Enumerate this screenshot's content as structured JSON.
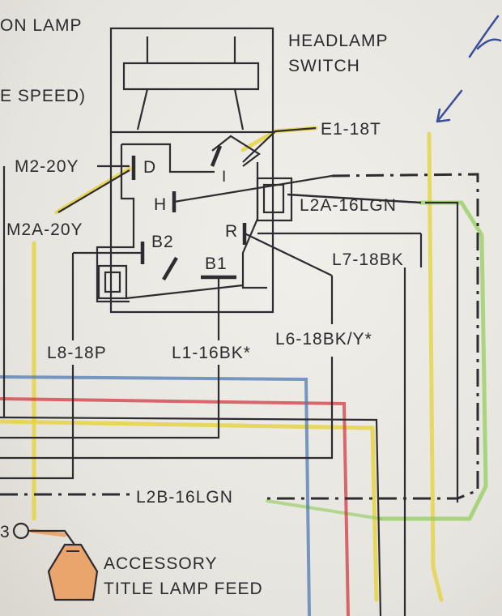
{
  "labels": {
    "top_left_lamp": "ON LAMP",
    "speed": "E SPEED)",
    "headlamp_switch_line1": "HEADLAMP",
    "headlamp_switch_line2": "SWITCH",
    "e1": "E1-18T",
    "m2": "M2-20Y",
    "m2a": "M2A-20Y",
    "l2a": "L2A-16LGN",
    "l7": "L7-18BK",
    "l8": "L8-18P",
    "l1": "L1-16BK*",
    "l6": "L6-18BK/Y*",
    "l2b": "L2B-16LGN",
    "accessory_line1": "ACCESSORY",
    "accessory_line2": "TITLE LAMP FEED",
    "partial_circle": "3"
  },
  "terminals": {
    "d": "D",
    "h": "H",
    "i": "I",
    "r": "R",
    "b2": "B2",
    "b1": "B1"
  },
  "colors": {
    "ink": "#2e2c30",
    "paper": "#ece9e3",
    "yellow": "#e6d23a",
    "green": "#8fcc55",
    "red": "#d23a42",
    "blue": "#4f7ab3",
    "orange": "#e89a5a",
    "pen": "#3a4e9a"
  }
}
